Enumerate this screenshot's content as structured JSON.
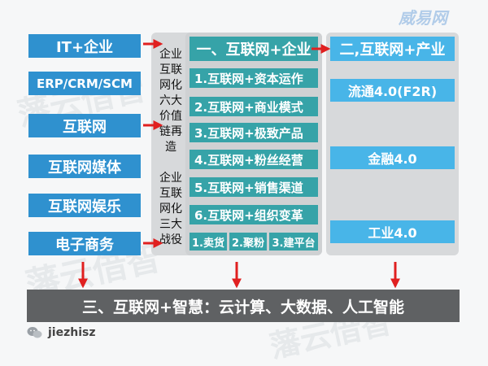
{
  "left_items": [
    "IT+企业",
    "ERP/CRM/SCM",
    "互联网",
    "互联网媒体",
    "互联网娱乐",
    "电子商务"
  ],
  "middle": {
    "header": "一、互联网+企业",
    "label_top": "企业互联网化六大价值链再造",
    "label_bottom": "企业互联网化三大战役",
    "items": [
      "1.互联网+资本运作",
      "2.互联网+商业模式",
      "3.互联网+极致产品",
      "4.互联网+粉丝经营",
      "5.互联网+销售渠道",
      "6.互联网+组织变革"
    ],
    "battles": [
      "1.卖货",
      "2.聚粉",
      "3.建平台"
    ]
  },
  "right": {
    "header": "二,互联网+产业",
    "items": [
      "流通4.0(F2R)",
      "金融4.0",
      "工业4.0"
    ]
  },
  "bottom_bar": "三、互联网+智慧：云计算、大数据、人工智能",
  "logo": {
    "handle": "jiezhisz",
    "icon": "wechat-icon"
  },
  "watermarks": [
    "藩云借智",
    "藩云借智",
    "藩云借智"
  ],
  "corner_brand": "威易网",
  "colors": {
    "left_box": "#2f91cf",
    "teal": "#36a3a8",
    "right_box": "#48b5e8",
    "arrow": "#e02020",
    "bottom_bar": "#5f6163"
  }
}
